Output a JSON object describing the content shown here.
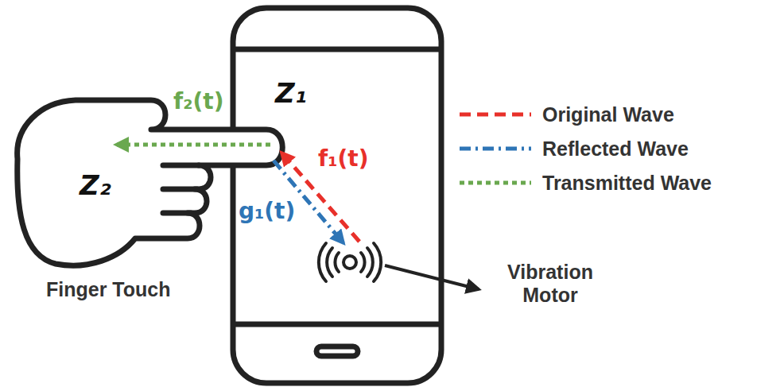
{
  "diagram": {
    "labels": [
      "Z₁",
      "f₂(t)",
      "Z₂",
      "f₁(t)",
      "g₁(t)",
      "Finger Touch",
      "Vibration Motor"
    ],
    "legend": [
      {
        "text": "Original Wave"
      },
      {
        "text": "Reflected Wave"
      },
      {
        "text": "Transmitted Wave"
      }
    ]
  }
}
